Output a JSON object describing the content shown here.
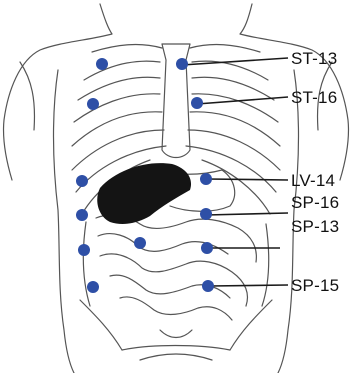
{
  "figure": {
    "labels": {
      "st13": "ST-13",
      "st16": "ST-16",
      "lv14": "LV-14",
      "sp16": "SP-16",
      "sp13": "SP-13",
      "sp15": "SP-15"
    },
    "colors": {
      "point": "#2e4fa6",
      "line": "#1a1a1a",
      "liver": "#141414",
      "outline": "#555555"
    }
  }
}
